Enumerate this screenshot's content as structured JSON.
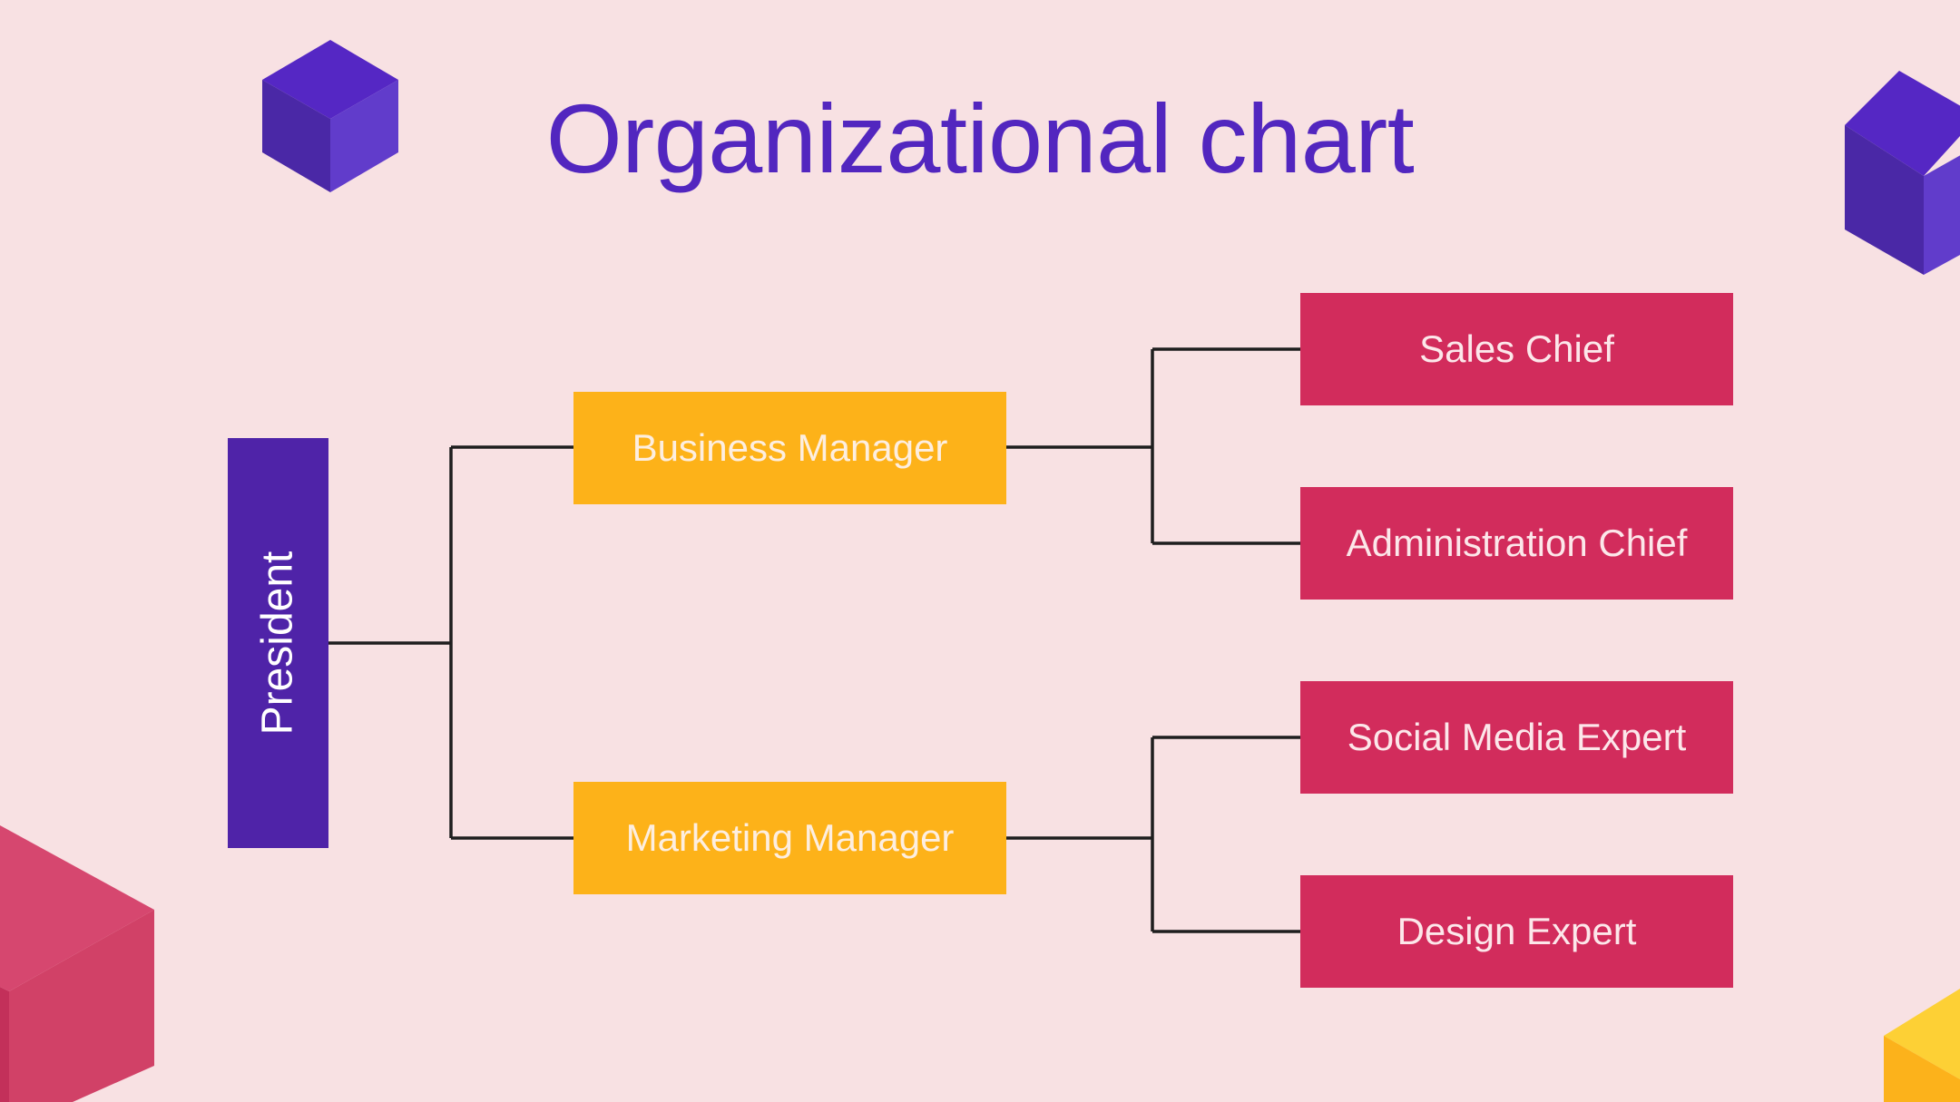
{
  "slide": {
    "title": "Organizational chart"
  },
  "org_chart": {
    "root": {
      "label": "President",
      "color": "#4f23a8"
    },
    "managers": [
      {
        "label": "Business Manager",
        "color": "#fdb219",
        "reports": [
          {
            "label": "Sales Chief",
            "color": "#d22c5c"
          },
          {
            "label": "Administration Chief",
            "color": "#d22c5c"
          }
        ]
      },
      {
        "label": "Marketing Manager",
        "color": "#fdb219",
        "reports": [
          {
            "label": "Social Media Expert",
            "color": "#d22c5c"
          },
          {
            "label": "Design Expert",
            "color": "#d22c5c"
          }
        ]
      }
    ]
  },
  "theme": {
    "background": "#f8e1e3",
    "title_color": "#5226bf",
    "connector_color": "#1e1e1e",
    "decor_cubes": [
      "purple-cube",
      "purple-cube",
      "pink-cube",
      "yellow-cube"
    ]
  }
}
